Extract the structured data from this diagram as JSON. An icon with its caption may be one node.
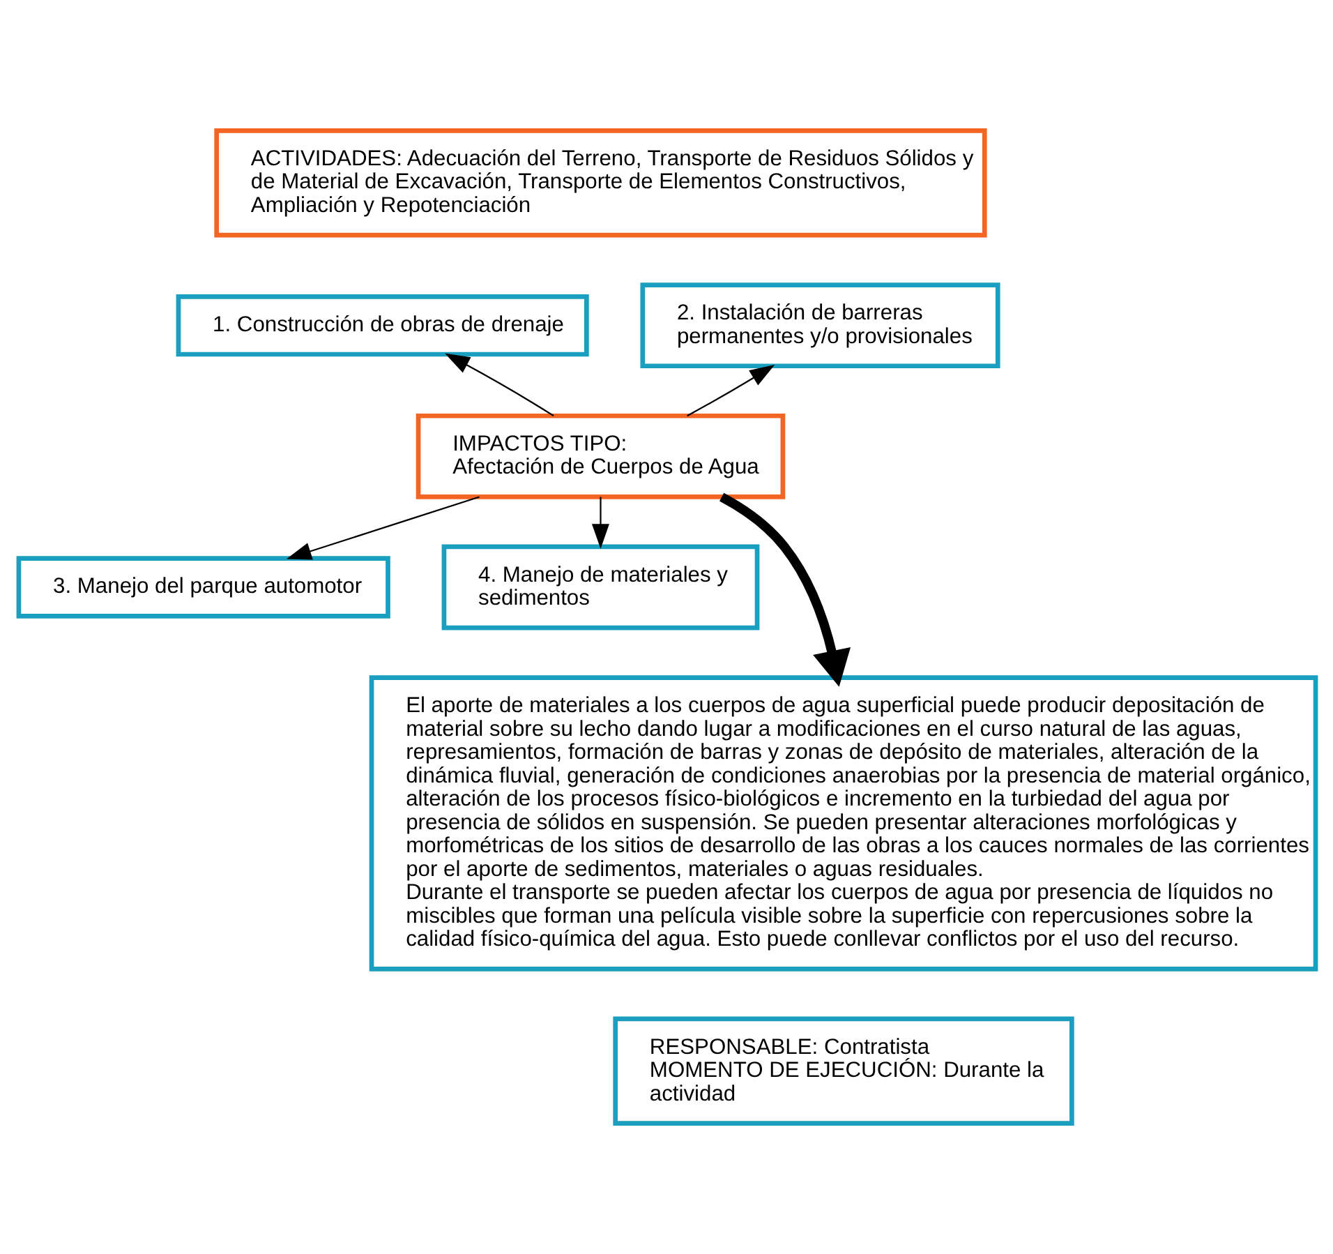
{
  "diagram": {
    "nodes": [
      {
        "text": [
          "ACTIVIDADES: Adecuación del Terreno, Transporte de Residuos Sólidos y de Material de Excavación, Transporte de Elementos Constructivos, Ampliación y Repotenciación"
        ]
      },
      {
        "text": [
          "1. Construcción de obras de drenaje"
        ]
      },
      {
        "text": [
          "2. Instalación de barreras permanentes y/o provisionales"
        ]
      },
      {
        "text": [
          "IMPACTOS TIPO:",
          "Afectación de Cuerpos de Agua"
        ]
      },
      {
        "text": [
          "3. Manejo del parque automotor"
        ]
      },
      {
        "text": [
          "4. Manejo de materiales y sedimentos"
        ]
      },
      {
        "text": [
          "El aporte de materiales a los cuerpos de agua superficial puede producir depositación de material sobre su lecho dando lugar a modificaciones en el curso natural de las aguas, represamientos, formación de barras y zonas de depósito de materiales, alteración de la dinámica fluvial, generación de condiciones anaerobias por la presencia de material orgánico, alteración de los procesos físico-biológicos e incremento en la turbiedad del agua por presencia de sólidos en suspensión. Se pueden presentar alteraciones morfológicas y morfométricas de los sitios de desarrollo de las obras a los cauces normales de las corrientes por el aporte de sedimentos, materiales o aguas residuales.",
          "Durante el transporte se pueden afectar los cuerpos de agua por presencia de líquidos no miscibles que forman una película visible sobre la superficie con repercusiones sobre la calidad físico-química del agua. Esto puede conllevar conflictos por el uso del recurso."
        ]
      },
      {
        "text": [
          "RESPONSABLE: Contratista",
          "MOMENTO DE EJECUCIÓN: Durante la actividad"
        ]
      }
    ],
    "edges": [
      {
        "from": 3,
        "to": 1,
        "arrow": "to"
      },
      {
        "from": 3,
        "to": 2,
        "arrow": "to"
      },
      {
        "from": 3,
        "to": 4,
        "arrow": "to"
      },
      {
        "from": 3,
        "to": 5,
        "arrow": "to"
      },
      {
        "from": 3,
        "to": 6,
        "arrow": "to",
        "style": "thick"
      }
    ]
  }
}
